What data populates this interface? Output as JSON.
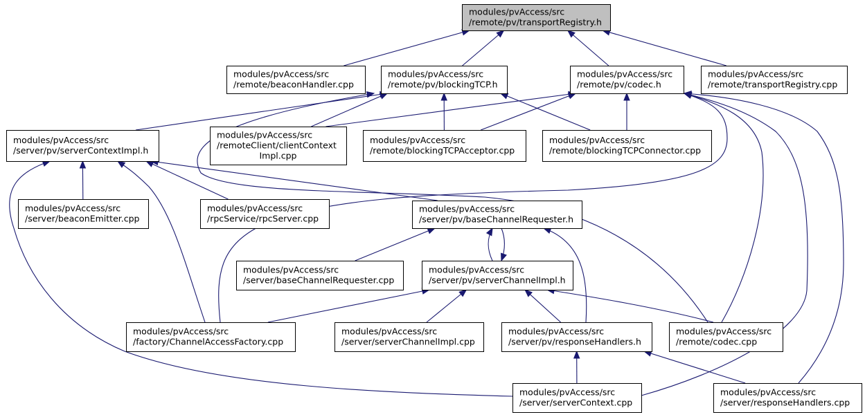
{
  "nodes": [
    {
      "id": "transportRegistry_h",
      "lines": [
        "modules/pvAccess/src",
        "/remote/pv/transportRegistry.h"
      ],
      "root": true
    },
    {
      "id": "beaconHandler_cpp",
      "lines": [
        "modules/pvAccess/src",
        "/remote/beaconHandler.cpp"
      ]
    },
    {
      "id": "blockingTCP_h",
      "lines": [
        "modules/pvAccess/src",
        "/remote/pv/blockingTCP.h"
      ]
    },
    {
      "id": "codec_h",
      "lines": [
        "modules/pvAccess/src",
        "/remote/pv/codec.h"
      ]
    },
    {
      "id": "transportRegistry_cpp",
      "lines": [
        "modules/pvAccess/src",
        "/remote/transportRegistry.cpp"
      ]
    },
    {
      "id": "serverContextImpl_h",
      "lines": [
        "modules/pvAccess/src",
        "/server/pv/serverContextImpl.h"
      ]
    },
    {
      "id": "clientContextImpl_cpp",
      "lines": [
        "modules/pvAccess/src",
        "/remoteClient/clientContext",
        "Impl.cpp"
      ]
    },
    {
      "id": "blockingTCPAcceptor_cpp",
      "lines": [
        "modules/pvAccess/src",
        "/remote/blockingTCPAcceptor.cpp"
      ]
    },
    {
      "id": "blockingTCPConnector_cpp",
      "lines": [
        "modules/pvAccess/src",
        "/remote/blockingTCPConnector.cpp"
      ]
    },
    {
      "id": "beaconEmitter_cpp",
      "lines": [
        "modules/pvAccess/src",
        "/server/beaconEmitter.cpp"
      ]
    },
    {
      "id": "rpcServer_cpp",
      "lines": [
        "modules/pvAccess/src",
        "/rpcService/rpcServer.cpp"
      ]
    },
    {
      "id": "baseChannelRequester_h",
      "lines": [
        "modules/pvAccess/src",
        "/server/pv/baseChannelRequester.h"
      ]
    },
    {
      "id": "baseChannelRequester_cpp",
      "lines": [
        "modules/pvAccess/src",
        "/server/baseChannelRequester.cpp"
      ]
    },
    {
      "id": "serverChannelImpl_h",
      "lines": [
        "modules/pvAccess/src",
        "/server/pv/serverChannelImpl.h"
      ]
    },
    {
      "id": "ChannelAccessFactory_cpp",
      "lines": [
        "modules/pvAccess/src",
        "/factory/ChannelAccessFactory.cpp"
      ]
    },
    {
      "id": "serverChannelImpl_cpp",
      "lines": [
        "modules/pvAccess/src",
        "/server/serverChannelImpl.cpp"
      ]
    },
    {
      "id": "responseHandlers_h",
      "lines": [
        "modules/pvAccess/src",
        "/server/pv/responseHandlers.h"
      ]
    },
    {
      "id": "codec_cpp",
      "lines": [
        "modules/pvAccess/src",
        "/remote/codec.cpp"
      ]
    },
    {
      "id": "serverContext_cpp",
      "lines": [
        "modules/pvAccess/src",
        "/server/serverContext.cpp"
      ]
    },
    {
      "id": "responseHandlers_cpp",
      "lines": [
        "modules/pvAccess/src",
        "/server/responseHandlers.cpp"
      ]
    }
  ],
  "edges": [
    {
      "from": "beaconHandler_cpp",
      "to": "transportRegistry_h"
    },
    {
      "from": "blockingTCP_h",
      "to": "transportRegistry_h"
    },
    {
      "from": "codec_h",
      "to": "transportRegistry_h"
    },
    {
      "from": "transportRegistry_cpp",
      "to": "transportRegistry_h"
    },
    {
      "from": "serverContextImpl_h",
      "to": "blockingTCP_h"
    },
    {
      "from": "clientContextImpl_cpp",
      "to": "blockingTCP_h"
    },
    {
      "from": "blockingTCPAcceptor_cpp",
      "to": "blockingTCP_h"
    },
    {
      "from": "blockingTCPConnector_cpp",
      "to": "blockingTCP_h"
    },
    {
      "from": "codec_cpp",
      "to": "blockingTCP_h"
    },
    {
      "from": "clientContextImpl_cpp",
      "to": "codec_h"
    },
    {
      "from": "blockingTCPAcceptor_cpp",
      "to": "codec_h"
    },
    {
      "from": "blockingTCPConnector_cpp",
      "to": "codec_h"
    },
    {
      "from": "ChannelAccessFactory_cpp",
      "to": "codec_h"
    },
    {
      "from": "codec_cpp",
      "to": "codec_h"
    },
    {
      "from": "serverContext_cpp",
      "to": "codec_h"
    },
    {
      "from": "responseHandlers_cpp",
      "to": "codec_h"
    },
    {
      "from": "beaconEmitter_cpp",
      "to": "serverContextImpl_h"
    },
    {
      "from": "rpcServer_cpp",
      "to": "serverContextImpl_h"
    },
    {
      "from": "baseChannelRequester_h",
      "to": "serverContextImpl_h"
    },
    {
      "from": "ChannelAccessFactory_cpp",
      "to": "serverContextImpl_h"
    },
    {
      "from": "serverContext_cpp",
      "to": "serverContextImpl_h"
    },
    {
      "from": "baseChannelRequester_cpp",
      "to": "baseChannelRequester_h"
    },
    {
      "from": "serverChannelImpl_h",
      "to": "baseChannelRequester_h"
    },
    {
      "from": "baseChannelRequester_h",
      "to": "serverChannelImpl_h"
    },
    {
      "from": "responseHandlers_h",
      "to": "baseChannelRequester_h"
    },
    {
      "from": "ChannelAccessFactory_cpp",
      "to": "serverChannelImpl_h"
    },
    {
      "from": "serverChannelImpl_cpp",
      "to": "serverChannelImpl_h"
    },
    {
      "from": "responseHandlers_h",
      "to": "serverChannelImpl_h"
    },
    {
      "from": "codec_cpp",
      "to": "serverChannelImpl_h"
    },
    {
      "from": "serverContext_cpp",
      "to": "responseHandlers_h"
    },
    {
      "from": "responseHandlers_cpp",
      "to": "responseHandlers_h"
    }
  ]
}
